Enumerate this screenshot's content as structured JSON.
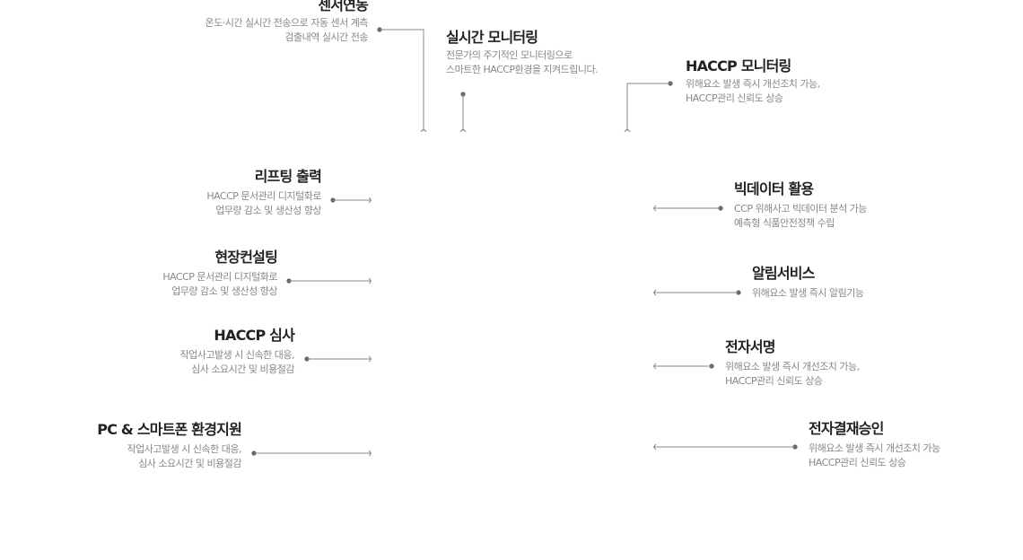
{
  "features": {
    "sensor": {
      "title": "센서연동",
      "desc": [
        "온도·시간 실시간 전송으로 자동 센서 계측",
        "검출내역 실시간 전송"
      ]
    },
    "realtime": {
      "title": "실시간 모니터링",
      "desc": [
        "전문가의 주기적인 모니터링으로",
        "스마트한 HACCP환경을 지켜드립니다."
      ]
    },
    "haccp_monitor": {
      "title": "HACCP 모니터링",
      "desc": [
        "위해요소 발생 즉시 개선조치 가능,",
        "HACCP관리 신뢰도 상승"
      ]
    },
    "lifting": {
      "title": "리프팅 출력",
      "desc": [
        "HACCP 문서관리 디지털화로",
        "업무량 감소 및 생산성 향상"
      ]
    },
    "consulting": {
      "title": "현장컨설팅",
      "desc": [
        "HACCP 문서관리 디지털화로",
        "업무량 감소 및 생산성 향상"
      ]
    },
    "audit": {
      "title": "HACCP 심사",
      "desc": [
        "작업사고발생 시 신속한 대응,",
        "심사 소요시간 및 비용절감"
      ]
    },
    "pc_smart": {
      "title": "PC & 스마트폰 환경지원",
      "desc": [
        "작업사고발생 시 신속한 대응,",
        "심사 소요시간 및 비용절감"
      ]
    },
    "bigdata": {
      "title": "빅데이터 활용",
      "desc": [
        "CCP 위해사고 빅데이터 분석 가능",
        "예측형 식품안전정책 수립"
      ]
    },
    "alarm": {
      "title": "알림서비스",
      "desc": [
        "위해요소 발생 즉시 알림기능"
      ]
    },
    "esign": {
      "title": "전자서명",
      "desc": [
        "위해요소 발생 즉시 개선조치 가능,",
        "HACCP관리 신뢰도 상승"
      ]
    },
    "eapproval": {
      "title": "전자결재승인",
      "desc": [
        "위해요소 발생 즉시 개선조치 가능",
        "HACCP관리 신뢰도 상승"
      ]
    }
  },
  "colors": {
    "title": "#222222",
    "desc": "#888888",
    "line": "#888888",
    "dot": "#666666"
  }
}
